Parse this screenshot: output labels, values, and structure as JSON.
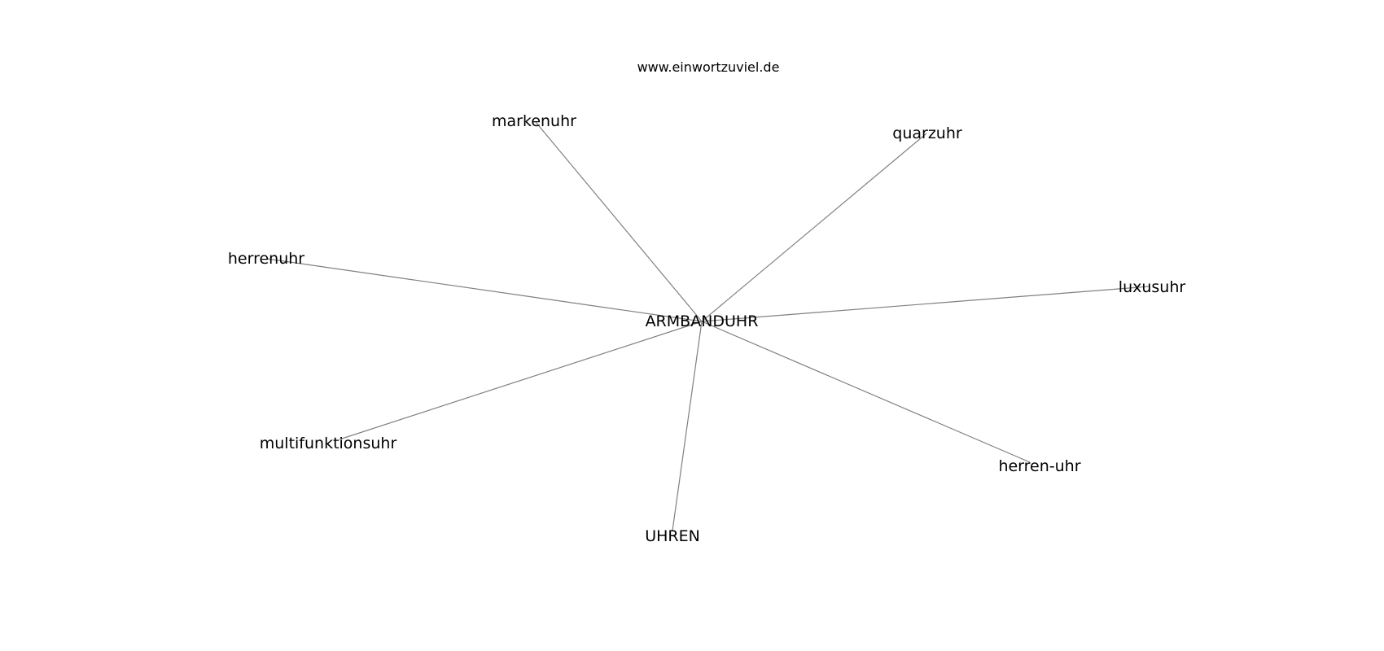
{
  "watermark": "www.einwortzuviel.de",
  "graph": {
    "center": "ARMBANDUHR",
    "neighbors": [
      "markenuhr",
      "quarzuhr",
      "herrenuhr",
      "luxusuhr",
      "multifunktionsuhr",
      "herren-uhr",
      "UHREN"
    ]
  },
  "colors": {
    "edge": "#808080",
    "text": "#000000",
    "background": "#ffffff"
  }
}
